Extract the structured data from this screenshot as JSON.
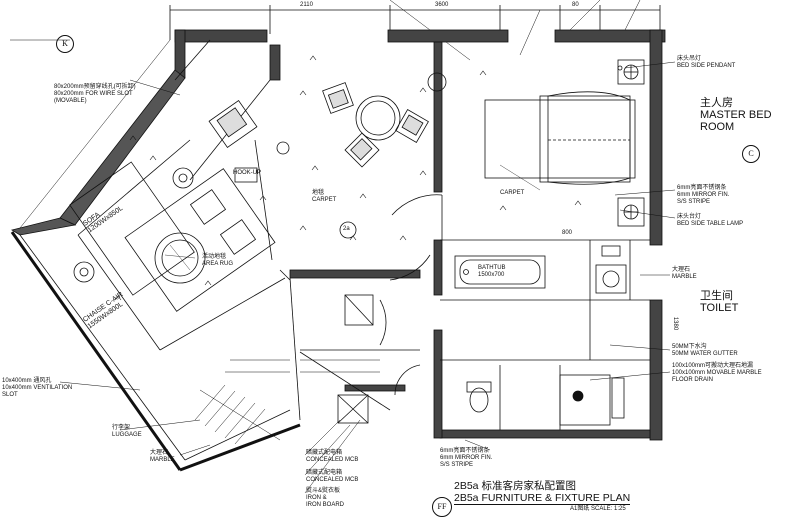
{
  "title": {
    "cn": "2B5a 标准客房家私配置图",
    "en": "2B5a FURNITURE & FIXTURE PLAN",
    "scale": "A1图纸 SCALE: 1:25",
    "sheet_tag": "FF"
  },
  "grid_tags": {
    "k": "K",
    "c": "C"
  },
  "dimensions": [
    "2110",
    "3600",
    "80",
    "800",
    "1380"
  ],
  "room_labels": {
    "master_cn": "主人房",
    "master_en_1": "MASTER BED",
    "master_en_2": "ROOM",
    "toilet_cn": "卫生间",
    "toilet_en": "TOILET"
  },
  "annotations": {
    "pendant_cn": "床头吊灯",
    "pendant_en": "BED SIDE PENDANT",
    "mirror1_cn": "6mm亮面不锈钢条",
    "mirror1_en1": "6mm MIRROR FIN.",
    "mirror1_en2": "S/S STRIPE",
    "lamp_cn": "床头台灯",
    "lamp_en": "BED SIDE TABLE LAMP",
    "marble_cn": "大理石",
    "marble_en": "MARBLE",
    "gutter_cn": "50MM下水沟",
    "gutter_en": "50MM WATER GUTTER",
    "drain_cn": "100x100mm可搬动大理石地漏",
    "drain_en1": "100x100mm MOVABLE MARBLE",
    "drain_en2": "FLOOR DRAIN",
    "wire_cn": "80x200mm预留穿线孔(可拆卸)",
    "wire_en1": "80x200mm FOR WIRE SLOT",
    "wire_en2": "(MOVABLE)",
    "vent_cn": "10x400mm 通风孔",
    "vent_en": "10x400mm VENTILATION",
    "vent_en2": "SLOT",
    "luggage_cn": "行李架",
    "luggage_en": "LUGGAGE",
    "marble2_cn": "大理石",
    "marble2_en": "MARBLE",
    "mcb1_cn": "暗藏式配电箱",
    "mcb1_en": "CONCEALED MCB",
    "mcb2_cn": "暗藏式配电箱",
    "mcb2_en": "CONCEALED MCB",
    "iron_cn": "熨斗&熨衣板",
    "iron_en1": "IRON &",
    "iron_en2": "IRON BOARD",
    "mirror2_cn": "6mm亮面不锈钢条",
    "mirror2_en1": "6mm MIRROR FIN.",
    "mirror2_en2": "S/S STRIPE"
  },
  "inner_labels": {
    "sofa": "SOFA",
    "sofa_size": "1200Wx850L",
    "chaise": "CHAISE C-AIR",
    "chaise_size": "1550Wx800L",
    "carpet1_cn": "地毯",
    "carpet1_en": "CARPET",
    "carpet2_en": "CARPET",
    "rug_cn": "活动地毯",
    "rug_en": "AREA RUG",
    "bathtub": "BATHTUB",
    "bathtub_size": "1500x700",
    "hookup": "HOOK-UP",
    "tag_2a": "2a"
  }
}
